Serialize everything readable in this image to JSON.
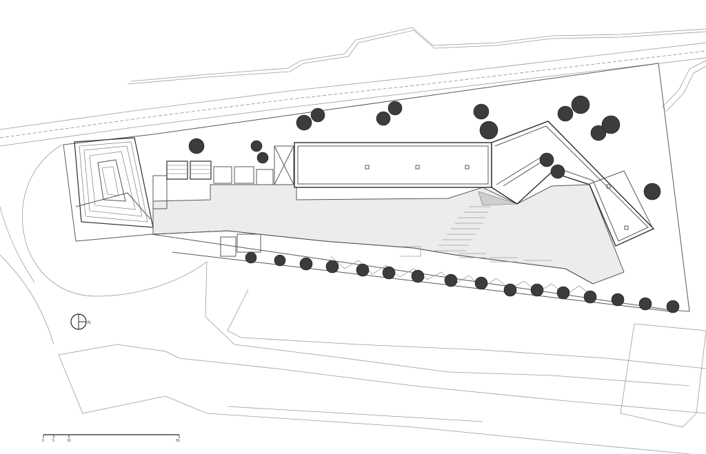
{
  "north_arrow": {
    "label": "N",
    "icon": "north-arrow-icon"
  },
  "scale_bar": {
    "ticks": [
      "0",
      "5",
      "10",
      "50"
    ]
  },
  "colors": {
    "line": "#555555",
    "plaza": "#ececec",
    "tree": "#3c3c3c"
  }
}
